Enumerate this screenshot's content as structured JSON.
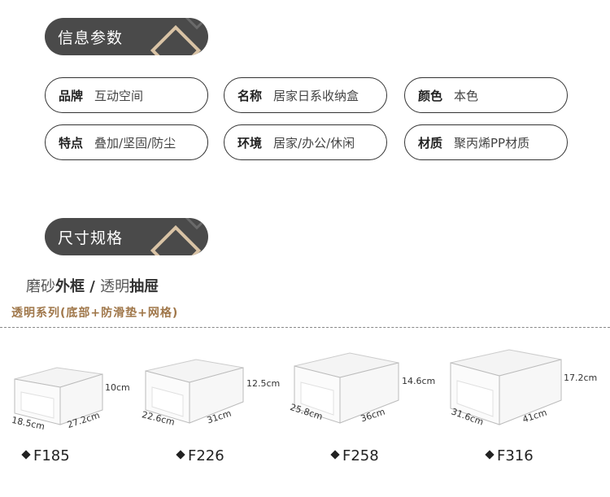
{
  "section1": {
    "title": "信息参数"
  },
  "params": [
    {
      "key": "品牌",
      "value": "互动空间"
    },
    {
      "key": "名称",
      "value": "居家日系收纳盒"
    },
    {
      "key": "颜色",
      "value": "本色"
    },
    {
      "key": "特点",
      "value": "叠加/坚固/防尘"
    },
    {
      "key": "环境",
      "value": "居家/办公/休闲"
    },
    {
      "key": "材质",
      "value": "聚丙烯PP材质"
    }
  ],
  "section2": {
    "title": "尺寸规格"
  },
  "subtitle": {
    "part1": "磨砂",
    "part2": "外框",
    "sep": " / ",
    "part3": "透明",
    "part4": "抽屉"
  },
  "series_label": "透明系列(底部+防滑垫+网格)",
  "products": [
    {
      "model": "F185",
      "depth": "18.5cm",
      "width": "27.2cm",
      "height": "10cm"
    },
    {
      "model": "F226",
      "depth": "22.6cm",
      "width": "31cm",
      "height": "12.5cm"
    },
    {
      "model": "F258",
      "depth": "25.8cm",
      "width": "36cm",
      "height": "14.6cm"
    },
    {
      "model": "F316",
      "depth": "31.6cm",
      "width": "41cm",
      "height": "17.2cm"
    }
  ]
}
